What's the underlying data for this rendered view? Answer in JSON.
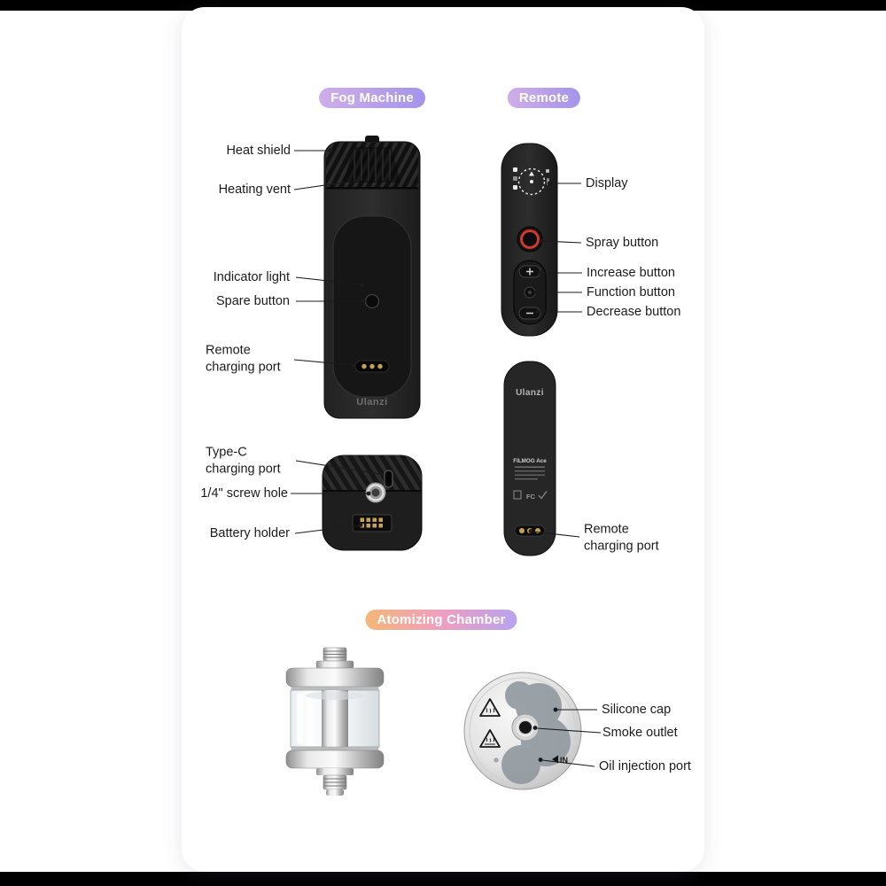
{
  "badges": {
    "fog_machine": "Fog Machine",
    "remote": "Remote",
    "atomizing_chamber": "Atomizing Chamber"
  },
  "fog_machine": {
    "brand": "Ulanzi",
    "labels": {
      "heat_shield": "Heat shield",
      "heating_vent": "Heating vent",
      "indicator_light": "Indicator light",
      "spare_button": "Spare button",
      "remote_charging_port": [
        "Remote",
        "charging port"
      ],
      "type_c_charging_port": [
        "Type-C",
        "charging port"
      ],
      "screw_hole": "1/4\" screw hole",
      "battery_holder": "Battery holder"
    }
  },
  "remote": {
    "back_brand": "Ulanzi",
    "back_model": "FILMOG Ace",
    "fcc_mark": "FC",
    "labels": {
      "display": "Display",
      "spray_button": "Spray button",
      "increase_button": "Increase button",
      "function_button": "Function button",
      "decrease_button": "Decrease button",
      "remote_charging_port": [
        "Remote",
        "charging port"
      ]
    }
  },
  "atomizing_chamber": {
    "in_marking": "IN",
    "labels": {
      "silicone_cap": "Silicone cap",
      "smoke_outlet": "Smoke outlet",
      "oil_injection_port": "Oil injection port"
    }
  },
  "colors": {
    "accent_purple": "#a494ea",
    "accent_orange": "#f4b778",
    "accent_pink": "#ef9fc0",
    "spray_ring_red": "#d2382c",
    "contact_gold": "#c8a052"
  }
}
